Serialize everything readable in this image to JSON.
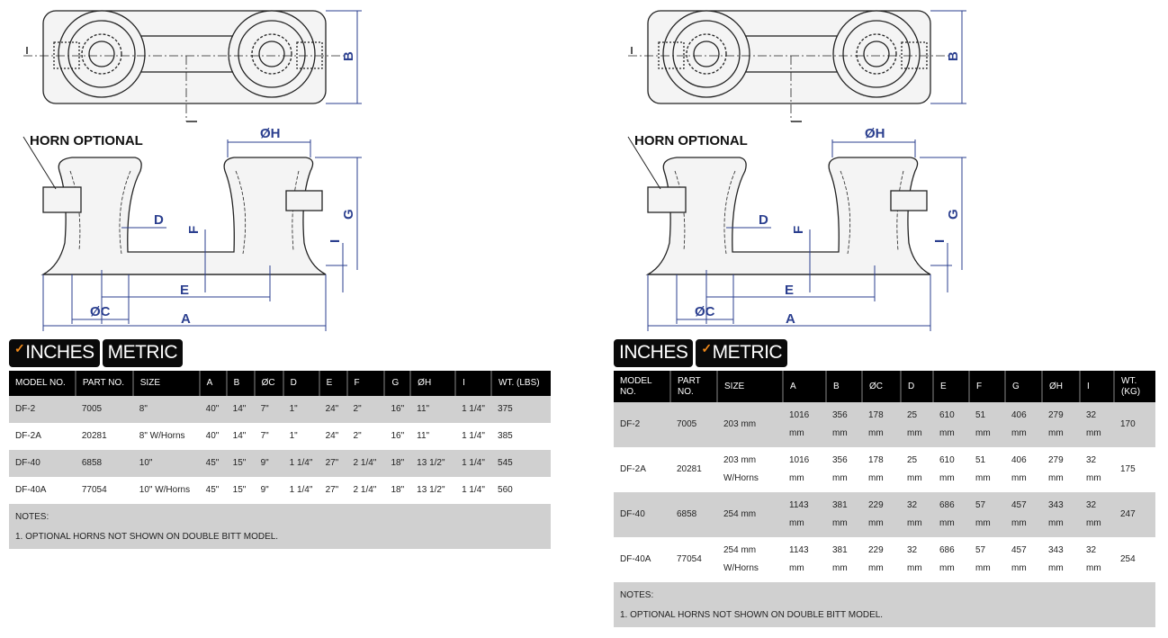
{
  "drawing": {
    "horn_optional": "HORN OPTIONAL",
    "labels": {
      "h": "ØH",
      "b": "B",
      "d": "D",
      "f": "F",
      "g": "G",
      "i": "I",
      "e": "E",
      "c": "ØC",
      "a": "A"
    }
  },
  "colors": {
    "dimension": "#2b3f8f",
    "check": "#f28a1a"
  },
  "tabs": {
    "inches": "INCHES",
    "metric": "METRIC",
    "check_icon": "checkmark-icon"
  },
  "inches": {
    "headers": [
      "MODEL NO.",
      "PART NO.",
      "SIZE",
      "A",
      "B",
      "ØC",
      "D",
      "E",
      "F",
      "G",
      "ØH",
      "I",
      "WT. (LBS)"
    ],
    "rows": [
      [
        "DF-2",
        "7005",
        "8\"",
        "40\"",
        "14\"",
        "7\"",
        "1\"",
        "24\"",
        "2\"",
        "16\"",
        "11\"",
        "1 1/4\"",
        "375"
      ],
      [
        "DF-2A",
        "20281",
        "8\" W/Horns",
        "40\"",
        "14\"",
        "7\"",
        "1\"",
        "24\"",
        "2\"",
        "16\"",
        "11\"",
        "1 1/4\"",
        "385"
      ],
      [
        "DF-40",
        "6858",
        "10\"",
        "45\"",
        "15\"",
        "9\"",
        "1 1/4\"",
        "27\"",
        "2 1/4\"",
        "18\"",
        "13 1/2\"",
        "1 1/4\"",
        "545"
      ],
      [
        "DF-40A",
        "77054",
        "10\" W/Horns",
        "45\"",
        "15\"",
        "9\"",
        "1 1/4\"",
        "27\"",
        "2 1/4\"",
        "18\"",
        "13 1/2\"",
        "1 1/4\"",
        "560"
      ]
    ],
    "notes_title": "NOTES:",
    "note_1": "1. OPTIONAL HORNS NOT SHOWN ON DOUBLE BITT MODEL."
  },
  "metric": {
    "headers": [
      "MODEL NO.",
      "PART NO.",
      "SIZE",
      "A",
      "B",
      "ØC",
      "D",
      "E",
      "F",
      "G",
      "ØH",
      "I",
      "WT. (KG)"
    ],
    "rows": [
      [
        "DF-2",
        "7005",
        "203 mm",
        "1016 mm",
        "356 mm",
        "178 mm",
        "25 mm",
        "610 mm",
        "51 mm",
        "406 mm",
        "279 mm",
        "32 mm",
        "170"
      ],
      [
        "DF-2A",
        "20281",
        "203 mm W/Horns",
        "1016 mm",
        "356 mm",
        "178 mm",
        "25 mm",
        "610 mm",
        "51 mm",
        "406 mm",
        "279 mm",
        "32 mm",
        "175"
      ],
      [
        "DF-40",
        "6858",
        "254 mm",
        "1143 mm",
        "381 mm",
        "229 mm",
        "32 mm",
        "686 mm",
        "57 mm",
        "457 mm",
        "343 mm",
        "32 mm",
        "247"
      ],
      [
        "DF-40A",
        "77054",
        "254 mm W/Horns",
        "1143 mm",
        "381 mm",
        "229 mm",
        "32 mm",
        "686 mm",
        "57 mm",
        "457 mm",
        "343 mm",
        "32 mm",
        "254"
      ]
    ],
    "notes_title": "NOTES:",
    "note_1": "1. OPTIONAL HORNS NOT SHOWN ON DOUBLE BITT MODEL."
  }
}
